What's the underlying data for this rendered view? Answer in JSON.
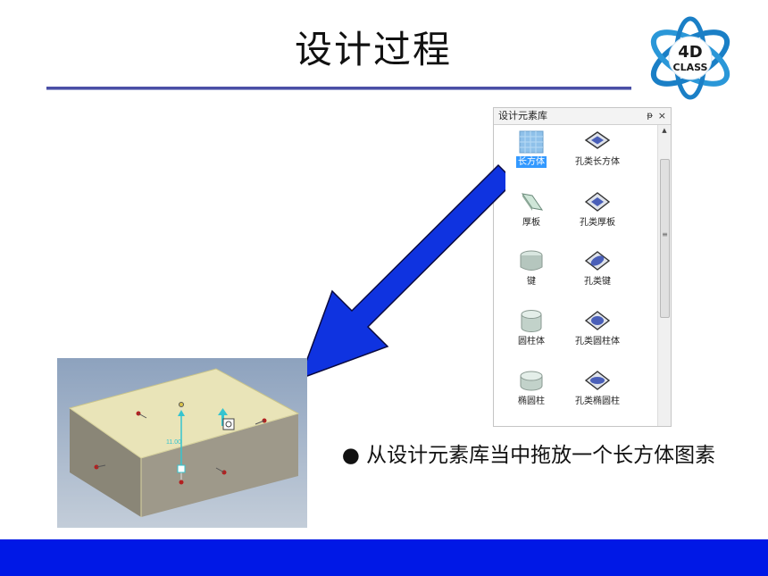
{
  "slide": {
    "title": "设计过程"
  },
  "logo": {
    "line1": "4D",
    "line2": "CLASS"
  },
  "panel": {
    "title": "设计元素库",
    "pin_glyph": "ᵽ",
    "close_glyph": "×",
    "items": [
      {
        "label": "长方体",
        "icon": "cuboid-icon",
        "selected": true
      },
      {
        "label": "孔类长方体",
        "icon": "hole-cuboid-icon"
      },
      {
        "label": "厚板",
        "icon": "thick-plate-icon"
      },
      {
        "label": "孔类厚板",
        "icon": "hole-thick-plate-icon"
      },
      {
        "label": "键",
        "icon": "key-icon"
      },
      {
        "label": "孔类键",
        "icon": "hole-key-icon"
      },
      {
        "label": "圆柱体",
        "icon": "cylinder-icon"
      },
      {
        "label": "孔类圆柱体",
        "icon": "hole-cylinder-icon"
      },
      {
        "label": "椭圆柱",
        "icon": "elliptic-cylinder-icon"
      },
      {
        "label": "孔类椭圆柱",
        "icon": "hole-elliptic-cylinder-icon"
      }
    ]
  },
  "viewport": {
    "dimension_label": "11.00"
  },
  "bullet": {
    "text": "● 从设计元素库当中拖放一个长方体图素"
  },
  "colors": {
    "arrow": "#0f33e0",
    "bottom_bar": "#0018e6",
    "selection": "#3399ff",
    "rule": "#4a4fa6"
  }
}
